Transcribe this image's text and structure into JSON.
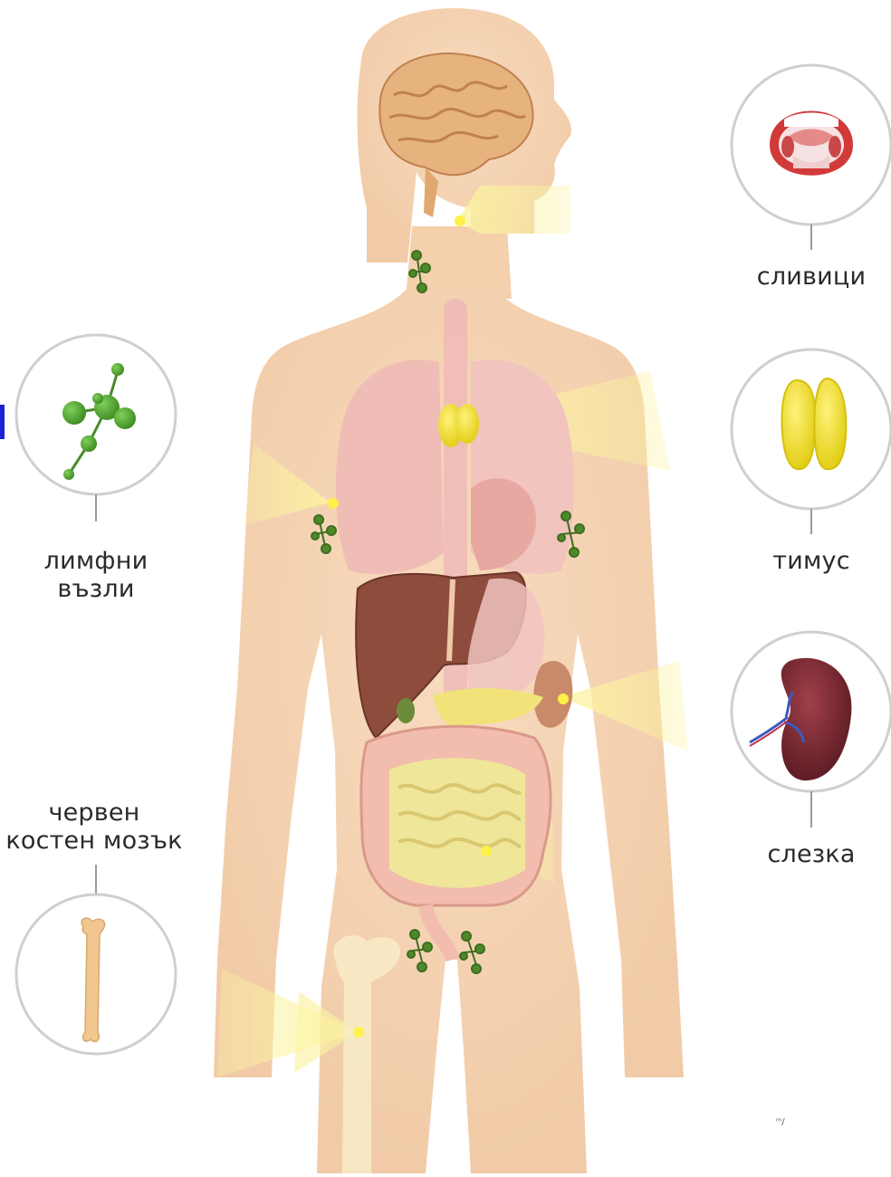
{
  "labels": {
    "tonsils": "сливици",
    "thymus": "тимус",
    "spleen": "слезка",
    "lymph_nodes": [
      "лимфни",
      "възли"
    ],
    "red_bone_marrow": [
      "червен",
      "костен мозък"
    ]
  },
  "colors": {
    "skin": "#f6d6b6",
    "skin_shadow": "#efc9a4",
    "highlight": "#fbf2a4",
    "lymph_node": "#4f8a2a",
    "thymus": "#f2e23a",
    "liver": "#8a4a3a",
    "lungs": "#f0bfb8",
    "intestine": "#efe8a0",
    "colon": "#f2bcae",
    "circle_border": "#cfcfcf",
    "edge_mark": "#1a22d8"
  },
  "icons": [
    "brain-icon",
    "mouth-tonsils-icon",
    "thymus-icon",
    "spleen-icon",
    "lymph-node-icon",
    "bone-icon"
  ]
}
